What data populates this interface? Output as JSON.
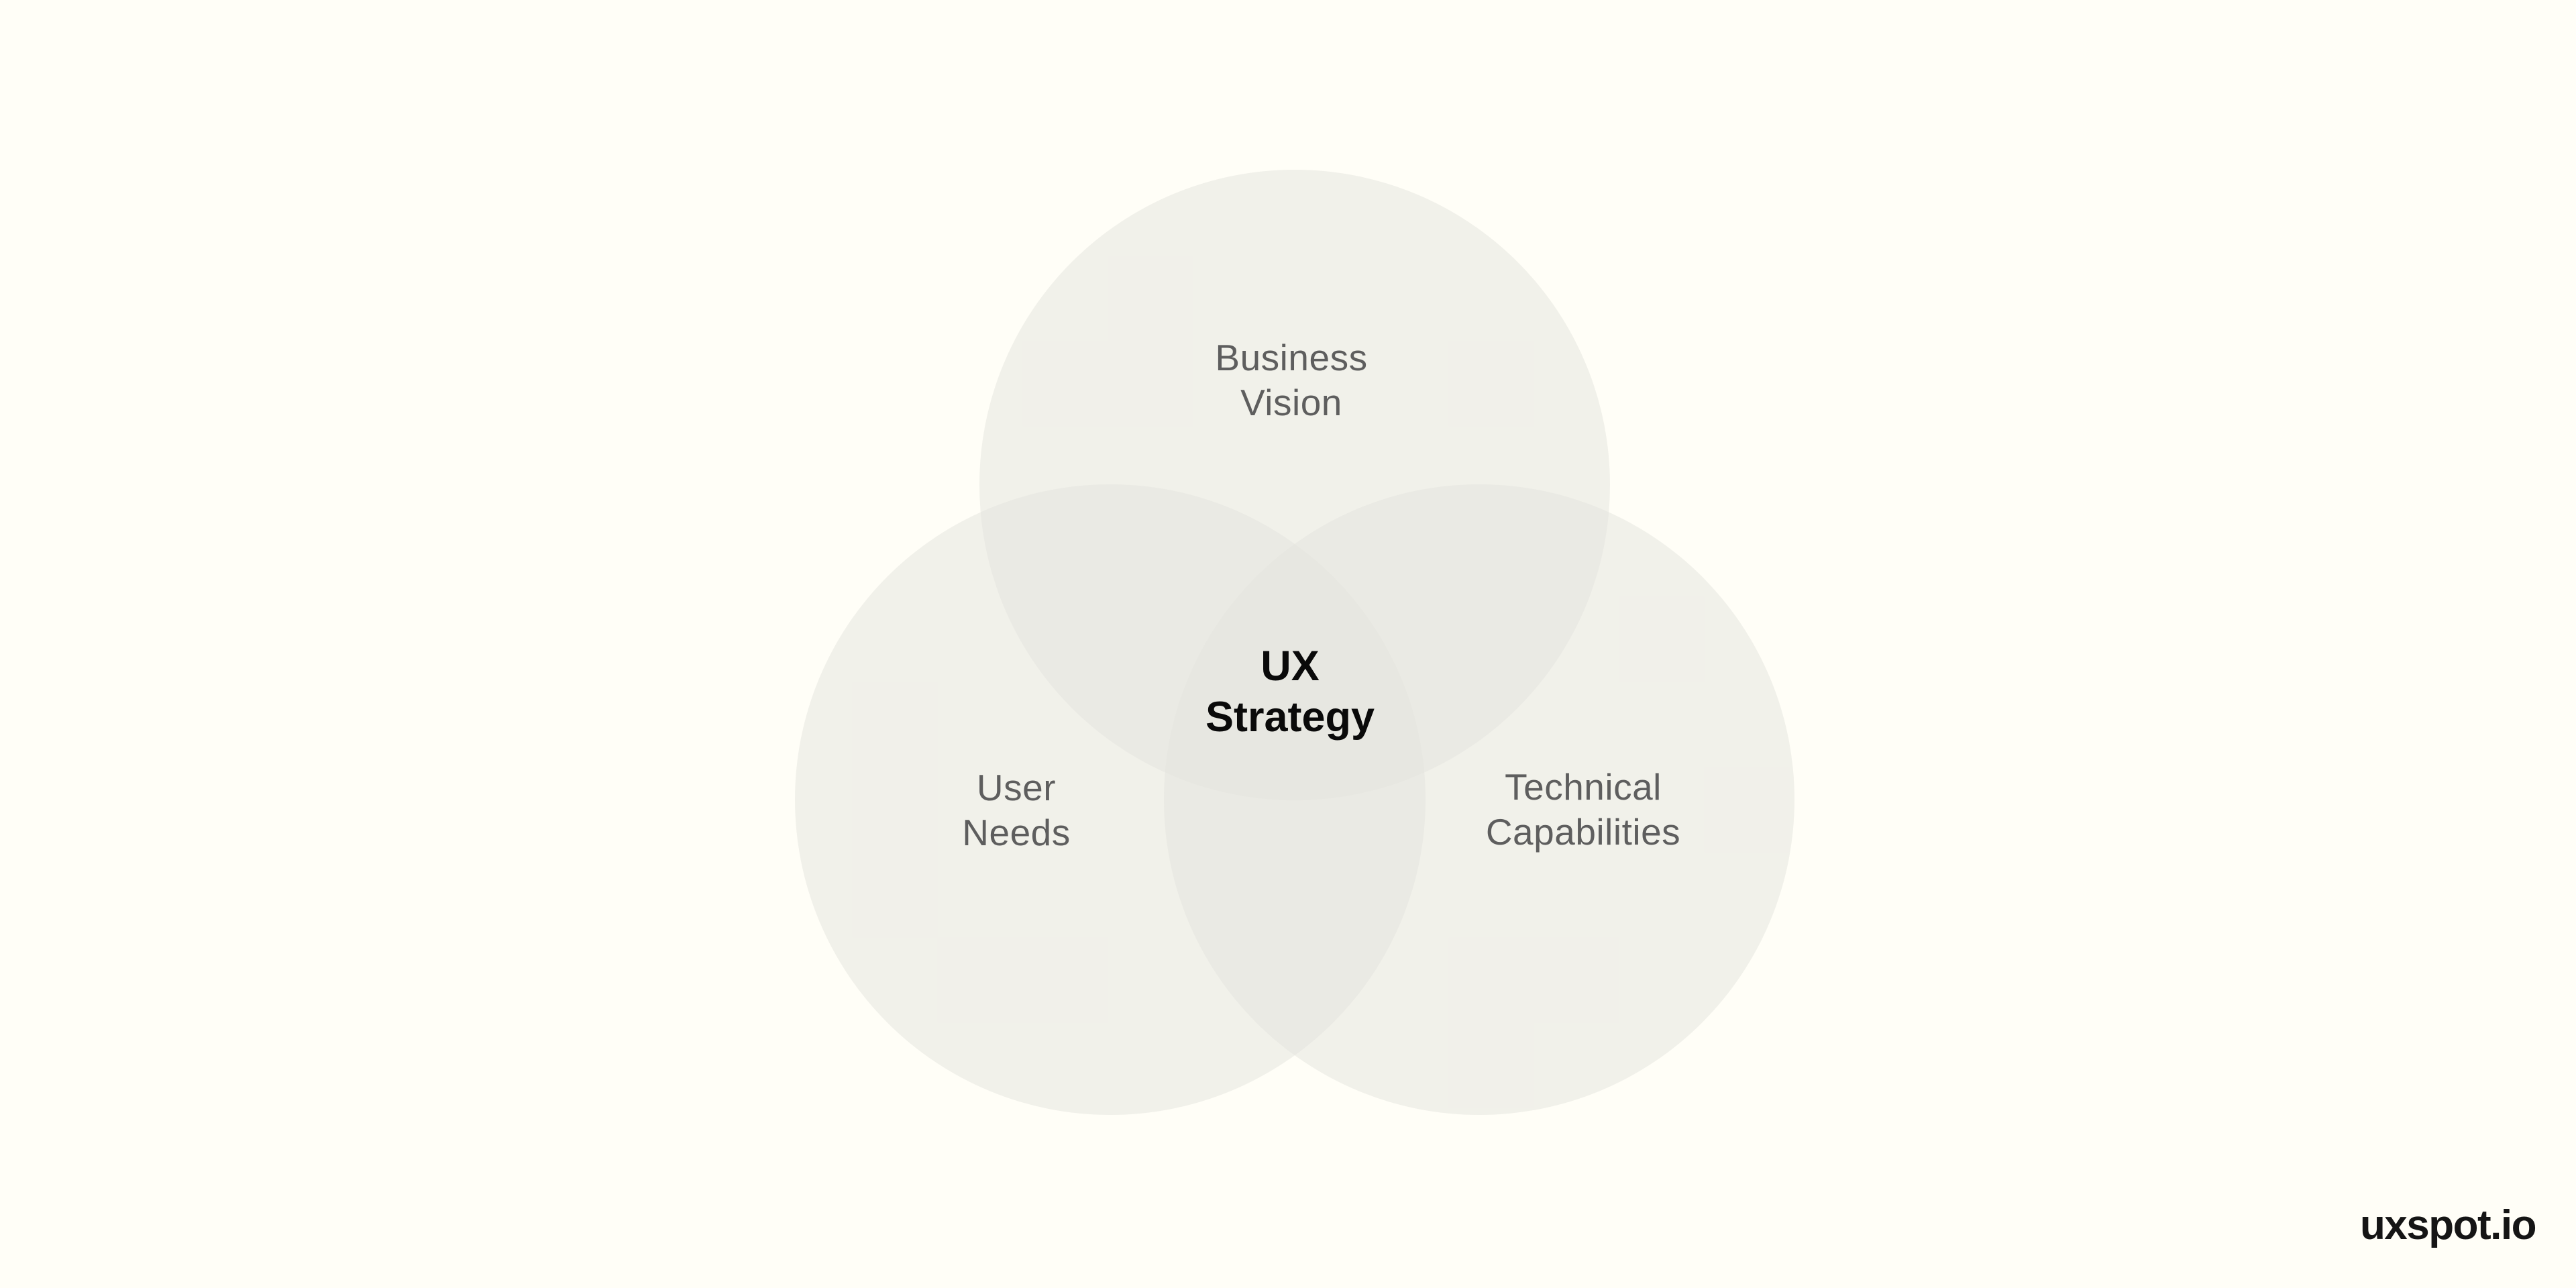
{
  "page": {
    "background_color": "#FFFEF7"
  },
  "diagram": {
    "type": "venn-3-circle",
    "colors": {
      "circle_fill": "#E3E3DE",
      "circle_fill_opacity": "0.5",
      "single_overlap": "#F0F0EC",
      "double_overlap": "#E9E9E5",
      "triple_overlap": "#E5E5E1",
      "label_text": "#5E5E5E",
      "center_text": "#0A0A0A"
    },
    "circles": [
      {
        "name": "business-vision",
        "position": "top",
        "lines": [
          "Business",
          "Vision"
        ]
      },
      {
        "name": "user-needs",
        "position": "bottom-left",
        "lines": [
          "User",
          "Needs"
        ]
      },
      {
        "name": "technical-capabilities",
        "position": "bottom-right",
        "lines": [
          "Technical",
          "Capabilities"
        ]
      }
    ],
    "center_label": {
      "name": "ux-strategy",
      "lines": [
        "UX",
        "Strategy"
      ]
    }
  },
  "branding": {
    "logo_text": "uxspot.io",
    "logo_color": "#151515"
  }
}
